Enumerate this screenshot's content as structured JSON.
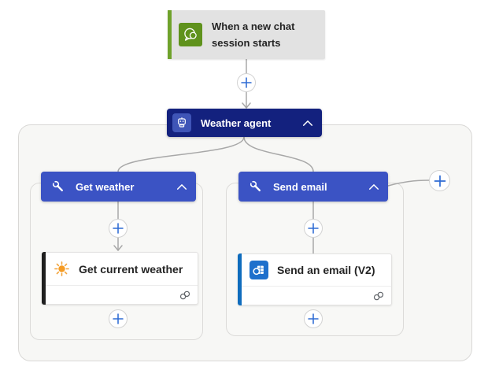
{
  "app": {
    "name": "Flow designer canvas"
  },
  "colors": {
    "trigger_bg": "#e2e2e2",
    "trigger_accent_green": "#6fa22b",
    "trigger_icon_green": "#5f921c",
    "agent_header_blue": "#13217e",
    "agent_icon_tile_blue": "#3f55b7",
    "tool_header_blue": "#3b53c4",
    "action_accent_black": "#1f1f1f",
    "action_accent_outlook_blue": "#0f6cbd",
    "outlook_tile_blue": "#1f70cc",
    "sun_orange": "#f2a43c",
    "plus_blue": "#2e6bd4",
    "connector_gray": "#a8a8a8"
  },
  "trigger": {
    "title": "When a new chat session starts",
    "icon": "chat-bubble-icon"
  },
  "agent": {
    "label": "Weather agent",
    "icon": "bot-icon",
    "collapse_icon": "chevron-up-icon"
  },
  "branches": [
    {
      "header": {
        "label": "Get weather",
        "icon": "wrench-icon",
        "collapse_icon": "chevron-up-icon"
      },
      "action": {
        "title": "Get current weather",
        "icon": "sun-icon",
        "footer_icon": "connection-icon"
      }
    },
    {
      "header": {
        "label": "Send email",
        "icon": "wrench-icon",
        "collapse_icon": "chevron-up-icon"
      },
      "action": {
        "title": "Send an email (V2)",
        "icon": "outlook-icon",
        "footer_icon": "connection-icon"
      }
    }
  ],
  "icons": {
    "plus": "+",
    "chevron_up": "^"
  },
  "add_buttons": {
    "between_trigger_and_agent": "+",
    "insert_in_get_weather": "+",
    "append_in_get_weather": "+",
    "insert_in_send_email": "+",
    "append_in_send_email": "+",
    "add_branch": "+"
  }
}
